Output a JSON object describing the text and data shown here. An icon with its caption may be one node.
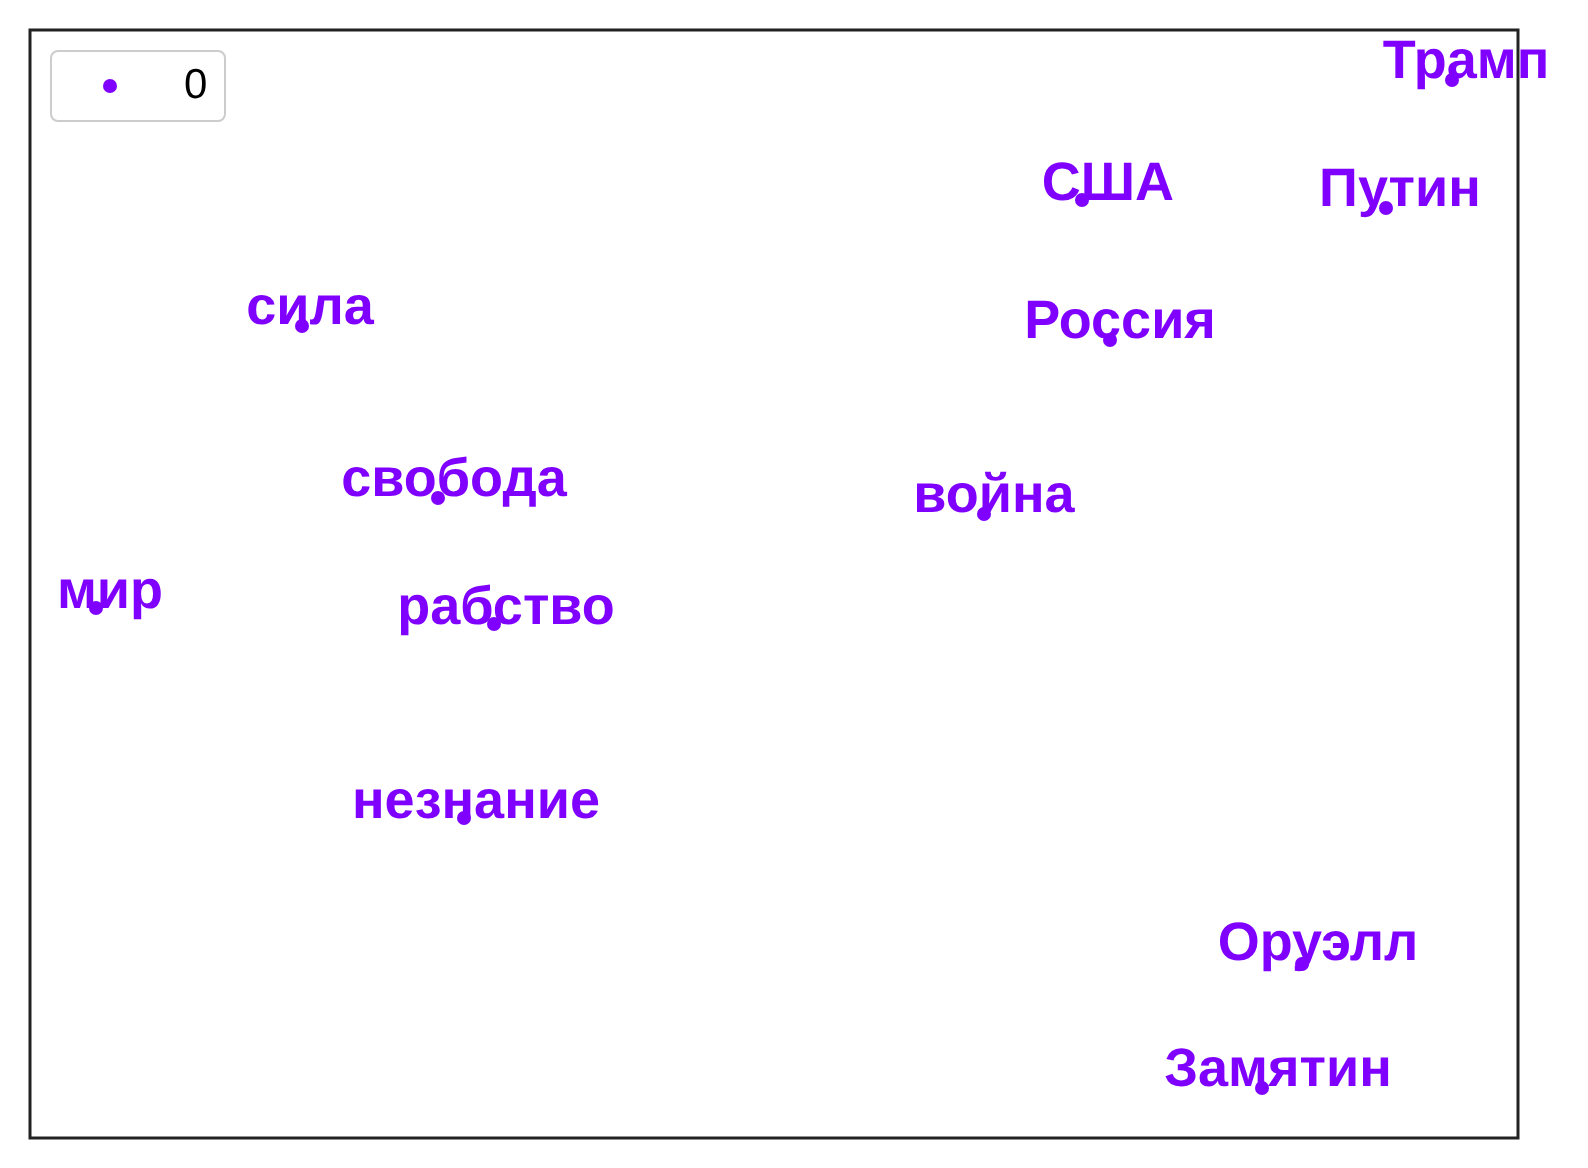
{
  "diagram": {
    "labels": [
      "Трамп",
      "США",
      "Путин",
      "сила",
      "Россия",
      "свобода",
      "война",
      "мир",
      "рабство",
      "незнание",
      "Оруэлл",
      "Замятин"
    ],
    "legend": [
      {
        "text": "0",
        "color": "#7f00ff"
      }
    ]
  }
}
